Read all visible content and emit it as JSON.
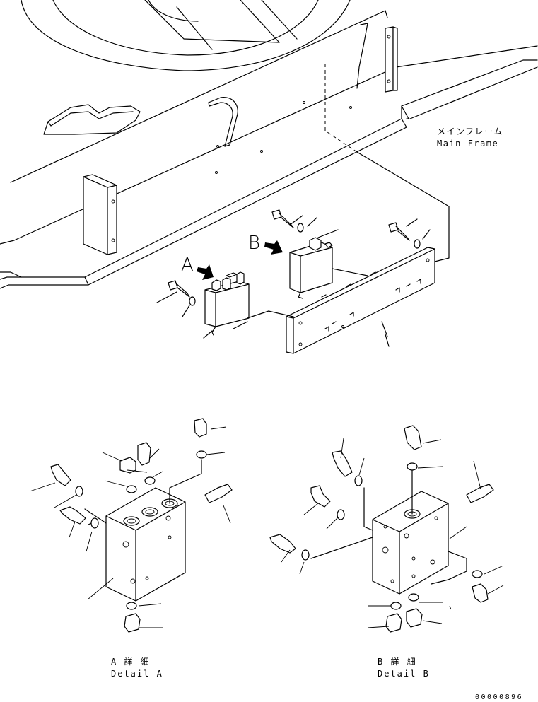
{
  "labels": {
    "main_frame_jp": "メインフレーム",
    "main_frame_en": "Main Frame",
    "view_a": "A",
    "view_b": "B",
    "detail_a_jp": "A 詳 細",
    "detail_a_en": "Detail A",
    "detail_b_jp": "B 詳 細",
    "detail_b_en": "Detail B",
    "drawing_number": "00000896"
  }
}
